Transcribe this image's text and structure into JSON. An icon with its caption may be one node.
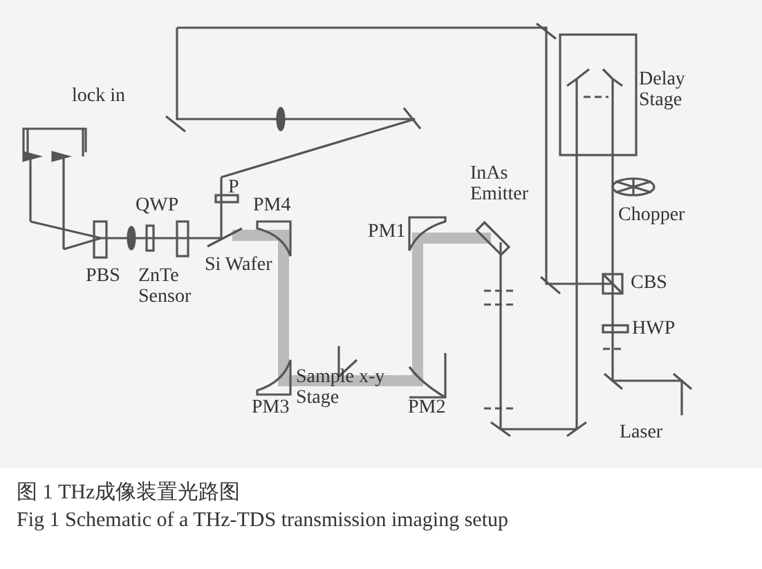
{
  "diagram": {
    "labels": [
      "lock in",
      "P",
      "QWP",
      "PM4",
      "PM1",
      "InAs Emitter",
      "Delay Stage",
      "Chopper",
      "PBS",
      "ZnTe Sensor",
      "Si Wafer",
      "CBS",
      "HWP",
      "PM3",
      "Sample x-y Stage",
      "PM2",
      "Laser",
      "图 1 THz成像装置光路图",
      "Fig 1 Schematic of a THz-TDS transmission imaging setup"
    ]
  }
}
